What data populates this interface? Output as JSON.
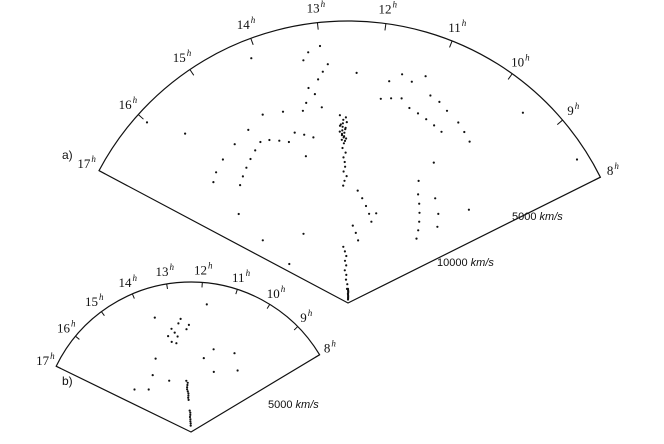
{
  "panel_labels": [
    "a)",
    "b)"
  ],
  "chart_data": [
    {
      "type": "scatter",
      "title": "",
      "panel_label": "a)",
      "projection": "wedge (right ascension vs. velocity)",
      "angle_labels": [
        "17",
        "16",
        "15",
        "14",
        "13",
        "12",
        "11",
        "10",
        "9",
        "8"
      ],
      "angle_unit_sup": "h",
      "ra_range_h": [
        8,
        17
      ],
      "velocity_range_km_s": [
        0,
        12000
      ],
      "radial_labels": [
        {
          "value": 5000,
          "text": "5000",
          "unit": "km/s"
        },
        {
          "value": 10000,
          "text": "10000",
          "unit": "km/s"
        }
      ],
      "note": "galaxy positions; concentrated wall near 12h-13h",
      "series": [
        {
          "ra_h": [
            12.6,
            12.65,
            12.7,
            12.75,
            12.62,
            12.68,
            12.72,
            12.58,
            12.66,
            12.7,
            12.64,
            12.69,
            12.61,
            12.74,
            12.67,
            12.63,
            12.71,
            12.66,
            12.6,
            12.73,
            12.65,
            12.68,
            12.62,
            12.7,
            12.66,
            12.64,
            12.69,
            12.6,
            12.67,
            12.72,
            13.4,
            13.6,
            13.8,
            14.0,
            14.2,
            14.4,
            14.6,
            14.8,
            15.0,
            15.2,
            15.4,
            15.6,
            13.5,
            13.9,
            14.3,
            14.7,
            15.1,
            15.5,
            15.8,
            16.0,
            13.2,
            13.3,
            13.1,
            13.0,
            12.9,
            13.3,
            13.2,
            13.0,
            13.4,
            13.1,
            11.9,
            11.7,
            11.5,
            11.3,
            11.1,
            10.9,
            10.7,
            10.5,
            11.8,
            11.4,
            11.0,
            10.6,
            10.3,
            10.1,
            9.9,
            11.6,
            11.2,
            10.8,
            12.2,
            12.0,
            11.8,
            11.6,
            11.4,
            12.3,
            12.1,
            11.9,
            10.2,
            10.0,
            9.8,
            9.6,
            9.4,
            9.2,
            10.4,
            9.7,
            9.3,
            9.0,
            12.9,
            12.8,
            12.7,
            12.85,
            12.75,
            12.95,
            12.8,
            12.9,
            12.7,
            12.85,
            16.6,
            16.4,
            16.2,
            16.0,
            15.7,
            14.9,
            14.1,
            13.7,
            12.4,
            11.3,
            10.3,
            9.5,
            8.8,
            8.4,
            12.5,
            12.55,
            12.45,
            12.5,
            12.55,
            12.48,
            12.52,
            12.46,
            12.5,
            12.54
          ],
          "v_kms": [
            7000,
            7100,
            7200,
            7300,
            7400,
            7500,
            7600,
            7700,
            7050,
            7150,
            7250,
            7350,
            7450,
            7550,
            7650,
            6900,
            6950,
            7800,
            7900,
            8000,
            6000,
            6200,
            6400,
            6600,
            6800,
            5800,
            5600,
            5400,
            5200,
            5000,
            7200,
            7400,
            7600,
            7300,
            7500,
            7700,
            7800,
            7600,
            7400,
            7200,
            7000,
            6800,
            8400,
            8600,
            8800,
            8500,
            8300,
            8100,
            7900,
            7700,
            9000,
            9300,
            9600,
            9900,
            10200,
            10500,
            10800,
            11000,
            8700,
            8400,
            8800,
            8900,
            9000,
            8700,
            8600,
            8500,
            8400,
            8300,
            9600,
            9800,
            9500,
            9200,
            9000,
            8800,
            8600,
            10000,
            10200,
            9400,
            4800,
            4500,
            4200,
            3900,
            3600,
            3300,
            3000,
            2700,
            5500,
            5200,
            4900,
            4600,
            4300,
            4000,
            6000,
            5800,
            5400,
            5000,
            2400,
            2200,
            2000,
            1800,
            1600,
            1400,
            1200,
            1000,
            800,
            600,
            3000,
            4500,
            6000,
            11500,
            10000,
            3500,
            11200,
            6500,
            9800,
            4000,
            7000,
            11000,
            6500,
            11500,
            500,
            400,
            300,
            250,
            350,
            450,
            550,
            200,
            150,
            600
          ]
        }
      ]
    },
    {
      "type": "scatter",
      "title": "",
      "panel_label": "b)",
      "projection": "wedge (right ascension vs. velocity)",
      "angle_labels": [
        "17",
        "16",
        "15",
        "14",
        "13",
        "12",
        "11",
        "10",
        "9",
        "8"
      ],
      "angle_unit_sup": "h",
      "ra_range_h": [
        8,
        17
      ],
      "velocity_range_km_s": [
        0,
        7000
      ],
      "radial_labels": [
        {
          "value": 5000,
          "text": "5000",
          "unit": "km/s"
        }
      ],
      "note": "nearby galaxy positions",
      "series": [
        {
          "ra_h": [
            12.6,
            12.65,
            12.7,
            12.62,
            12.68,
            12.64,
            12.66,
            12.6,
            12.7,
            12.63,
            12.9,
            13.0,
            13.1,
            12.8,
            13.2,
            12.7,
            13.3,
            12.5,
            12.4,
            13.0,
            12.5,
            12.55,
            12.45,
            12.6,
            12.5,
            12.52,
            12.48,
            12.58,
            11.6,
            11.2,
            10.8,
            14.2,
            14.8,
            15.6,
            10.2,
            9.6,
            13.6,
            14.0,
            11.8,
            16.2
          ],
          "v_kms": [
            1800,
            1900,
            2000,
            1700,
            2100,
            2200,
            1600,
            2300,
            2400,
            1500,
            4500,
            4700,
            4900,
            5100,
            4300,
            5300,
            4600,
            4800,
            5000,
            4200,
            600,
            500,
            400,
            700,
            800,
            300,
            900,
            1000,
            3500,
            4000,
            3000,
            3800,
            3200,
            2800,
            4200,
            3600,
            5600,
            2600,
            6000,
            3300
          ]
        }
      ]
    }
  ]
}
